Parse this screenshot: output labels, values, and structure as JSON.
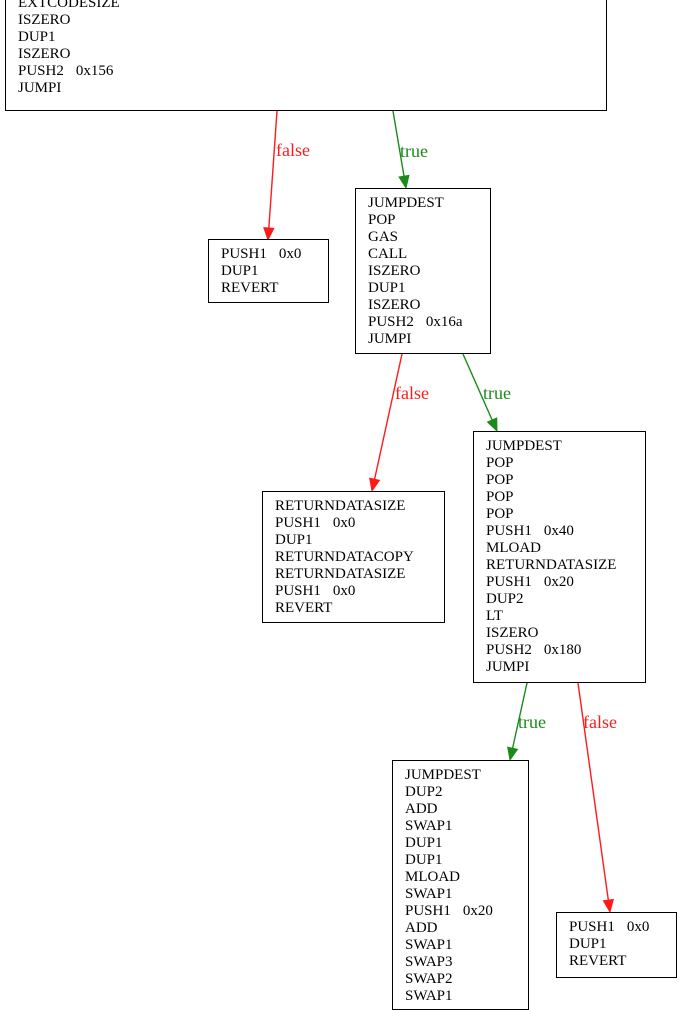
{
  "colors": {
    "true_edge": "#1a8a1a",
    "false_edge": "#ff1a1a",
    "node_border": "#000000"
  },
  "nodes": [
    {
      "id": "n0",
      "lines": [
        [
          "EXTCODESIZE",
          ""
        ],
        [
          "ISZERO",
          ""
        ],
        [
          "DUP1",
          ""
        ],
        [
          "ISZERO",
          ""
        ],
        [
          "PUSH2",
          "0x156"
        ],
        [
          "JUMPI",
          ""
        ]
      ]
    },
    {
      "id": "n1",
      "lines": [
        [
          "PUSH1",
          "0x0"
        ],
        [
          "DUP1",
          ""
        ],
        [
          "REVERT",
          ""
        ]
      ]
    },
    {
      "id": "n2",
      "lines": [
        [
          "JUMPDEST",
          ""
        ],
        [
          "POP",
          ""
        ],
        [
          "GAS",
          ""
        ],
        [
          "CALL",
          ""
        ],
        [
          "ISZERO",
          ""
        ],
        [
          "DUP1",
          ""
        ],
        [
          "ISZERO",
          ""
        ],
        [
          "PUSH2",
          "0x16a"
        ],
        [
          "JUMPI",
          ""
        ]
      ]
    },
    {
      "id": "n3",
      "lines": [
        [
          "RETURNDATASIZE",
          ""
        ],
        [
          "PUSH1",
          "0x0"
        ],
        [
          "DUP1",
          ""
        ],
        [
          "RETURNDATACOPY",
          ""
        ],
        [
          "RETURNDATASIZE",
          ""
        ],
        [
          "PUSH1",
          "0x0"
        ],
        [
          "REVERT",
          ""
        ]
      ]
    },
    {
      "id": "n4",
      "lines": [
        [
          "JUMPDEST",
          ""
        ],
        [
          "POP",
          ""
        ],
        [
          "POP",
          ""
        ],
        [
          "POP",
          ""
        ],
        [
          "POP",
          ""
        ],
        [
          "PUSH1",
          "0x40"
        ],
        [
          "MLOAD",
          ""
        ],
        [
          "RETURNDATASIZE",
          ""
        ],
        [
          "PUSH1",
          "0x20"
        ],
        [
          "DUP2",
          ""
        ],
        [
          "LT",
          ""
        ],
        [
          "ISZERO",
          ""
        ],
        [
          "PUSH2",
          "0x180"
        ],
        [
          "JUMPI",
          ""
        ]
      ]
    },
    {
      "id": "n5",
      "lines": [
        [
          "JUMPDEST",
          ""
        ],
        [
          "DUP2",
          ""
        ],
        [
          "ADD",
          ""
        ],
        [
          "SWAP1",
          ""
        ],
        [
          "DUP1",
          ""
        ],
        [
          "DUP1",
          ""
        ],
        [
          "MLOAD",
          ""
        ],
        [
          "SWAP1",
          ""
        ],
        [
          "PUSH1",
          "0x20"
        ],
        [
          "ADD",
          ""
        ],
        [
          "SWAP1",
          ""
        ],
        [
          "SWAP3",
          ""
        ],
        [
          "SWAP2",
          ""
        ],
        [
          "SWAP1",
          ""
        ]
      ]
    },
    {
      "id": "n6",
      "lines": [
        [
          "PUSH1",
          "0x0"
        ],
        [
          "DUP1",
          ""
        ],
        [
          "REVERT",
          ""
        ]
      ]
    }
  ],
  "edges": [
    {
      "from": "n0",
      "to": "n1",
      "label": "false",
      "kind": "false"
    },
    {
      "from": "n0",
      "to": "n2",
      "label": "true",
      "kind": "true"
    },
    {
      "from": "n2",
      "to": "n3",
      "label": "false",
      "kind": "false"
    },
    {
      "from": "n2",
      "to": "n4",
      "label": "true",
      "kind": "true"
    },
    {
      "from": "n4",
      "to": "n5",
      "label": "true",
      "kind": "true"
    },
    {
      "from": "n4",
      "to": "n6",
      "label": "false",
      "kind": "false"
    }
  ]
}
